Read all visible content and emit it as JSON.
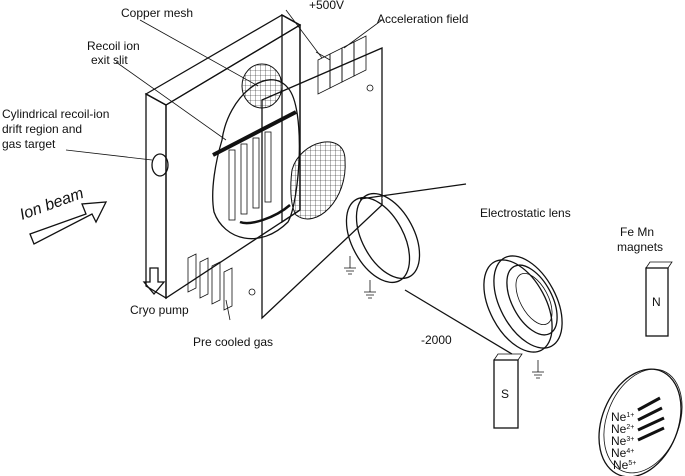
{
  "labels": {
    "copper_mesh": "Copper mesh",
    "plus_500v": "+500V",
    "acceleration_field": "Acceleration field",
    "recoil_exit_line1": "Recoil ion",
    "recoil_exit_line2": "exit slit",
    "cylindrical_line1": "Cylindrical recoil-ion",
    "cylindrical_line2": "drift region and",
    "cylindrical_line3": "gas target",
    "ion_beam": "Ion beam",
    "electrostatic_lens": "Electrostatic lens",
    "fe_mn_line1": "Fe Mn",
    "fe_mn_line2": "magnets",
    "cryo_pump": "Cryo pump",
    "pre_cooled_gas": "Pre cooled gas",
    "minus_2000": "-2000",
    "magnet_n": "N",
    "magnet_s": "S"
  },
  "detector_ions": [
    "Ne",
    "Ne",
    "Ne",
    "Ne",
    "Ne"
  ],
  "detector_charges": [
    "1+",
    "2+",
    "3+",
    "4+",
    "5+"
  ]
}
